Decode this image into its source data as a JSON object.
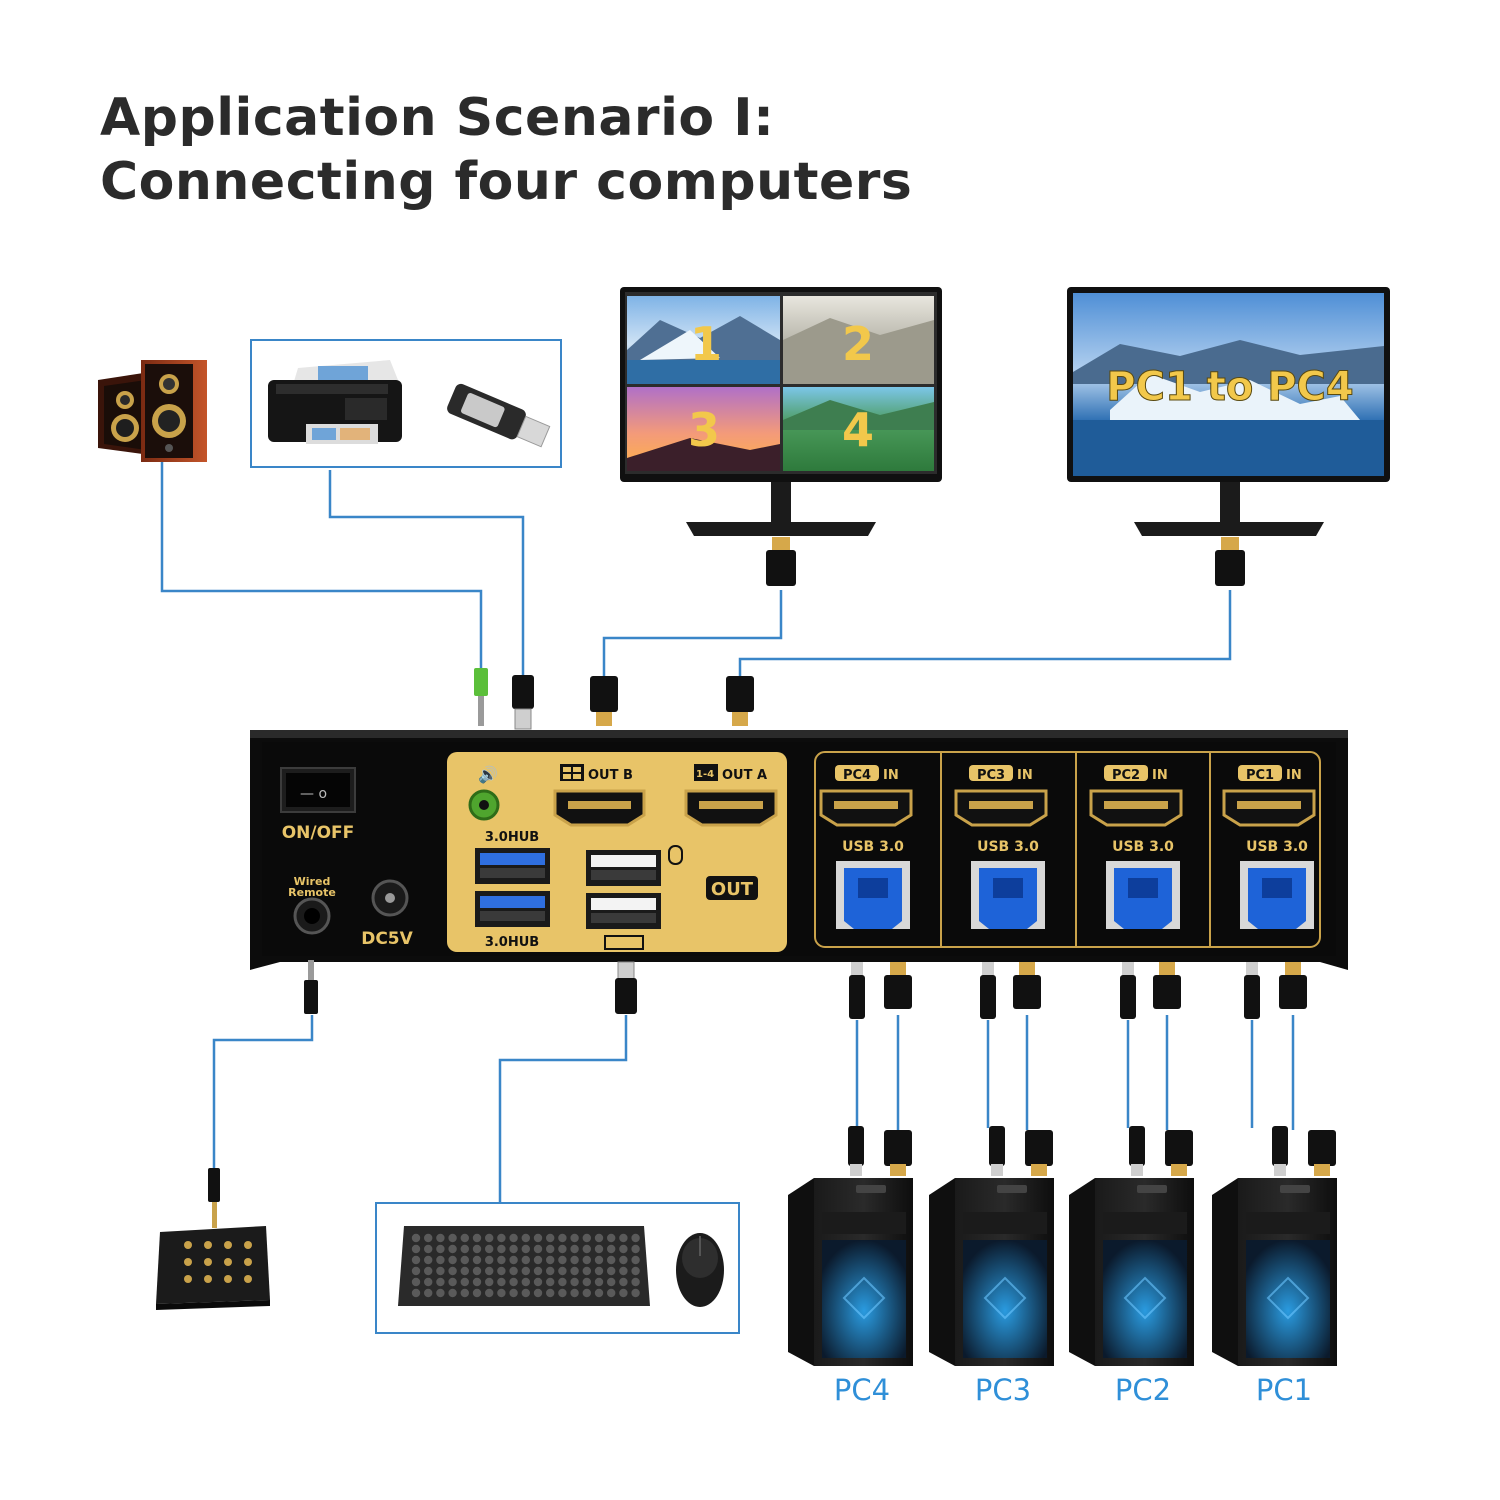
{
  "title": {
    "line1": "Application Scenario I:",
    "line2": "Connecting four computers"
  },
  "monitor_a": {
    "quadrants": [
      "1",
      "2",
      "3",
      "4"
    ]
  },
  "monitor_b": {
    "caption": "PC1 to PC4"
  },
  "kvm": {
    "power_label": "ON/OFF",
    "wired_remote_label": "Wired\nRemote",
    "wired_remote_line1": "Wired",
    "wired_remote_line2": "Remote",
    "dc_label": "DC5V",
    "hub_top_label": "3.0HUB",
    "hub_bottom_label": "3.0HUB",
    "out_b_label": "OUT B",
    "out_a_label": "OUT A",
    "out_label": "OUT",
    "pc_ports": [
      {
        "tag": "PC4",
        "in": "IN",
        "usb": "USB 3.0"
      },
      {
        "tag": "PC3",
        "in": "IN",
        "usb": "USB 3.0"
      },
      {
        "tag": "PC2",
        "in": "IN",
        "usb": "USB 3.0"
      },
      {
        "tag": "PC1",
        "in": "IN",
        "usb": "USB 3.0"
      }
    ]
  },
  "pcs": [
    "PC4",
    "PC3",
    "PC2",
    "PC1"
  ],
  "colors": {
    "cable": "#3a86c8",
    "panel_gold": "#e8c468",
    "gold_line": "#c9a24a",
    "pc_label": "#2f8fd8",
    "usb_blue": "#1e63d8"
  }
}
